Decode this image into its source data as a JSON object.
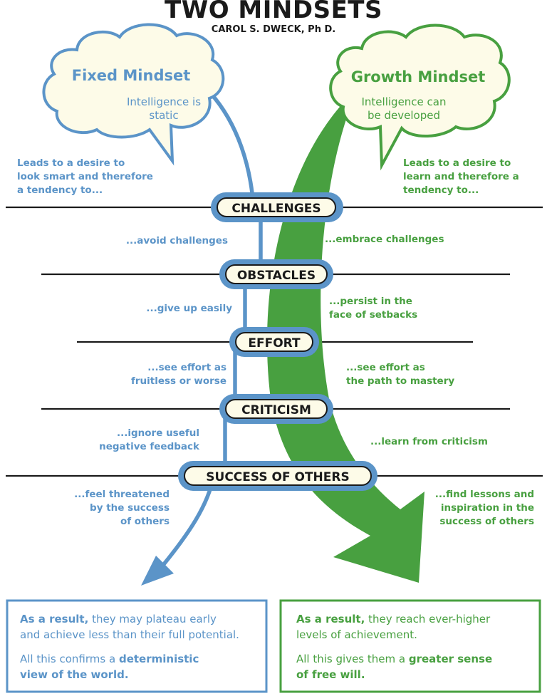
{
  "header": {
    "title": "TWO MINDSETS",
    "subtitle": "CAROL S. DWECK, Ph D."
  },
  "colors": {
    "fixed": "#5b94c8",
    "growth": "#48a040",
    "cloud_fill": "#fdfbe8",
    "line": "#1a1a1a"
  },
  "fixed": {
    "cloud_title": "Fixed Mindset",
    "cloud_sub_1": "Intelligence is",
    "cloud_sub_2": "static",
    "lead_1": "Leads to a desire to",
    "lead_2": "look smart and therefore",
    "lead_3": "a tendency to...",
    "responses": {
      "challenges": "...avoid challenges",
      "obstacles": "...give up easily",
      "effort_1": "...see effort as",
      "effort_2": "fruitless or worse",
      "criticism_1": "...ignore useful",
      "criticism_2": "negative feedback",
      "success_1": "...feel threatened",
      "success_2": "by the success",
      "success_3": "of others"
    },
    "result": {
      "lead": "As a result,",
      "line_1": "they may plateau early",
      "line_2": "and achieve less than their full potential.",
      "confirm": "All this confirms a",
      "bold_1": "deterministic",
      "bold_2": "view of the world."
    }
  },
  "growth": {
    "cloud_title": "Growth Mindset",
    "cloud_sub_1": "Intelligence can",
    "cloud_sub_2": "be developed",
    "lead_1": "Leads to a desire to",
    "lead_2": "learn and therefore a",
    "lead_3": "tendency to...",
    "responses": {
      "challenges": "...embrace challenges",
      "obstacles_1": "...persist in the",
      "obstacles_2": "face of setbacks",
      "effort_1": "...see effort as",
      "effort_2": "the path to mastery",
      "criticism": "...learn from criticism",
      "success_1": "...find lessons and",
      "success_2": "inspiration in the",
      "success_3": "success of others"
    },
    "result": {
      "lead": "As a result,",
      "line_1": "they reach ever-higher",
      "line_2": "levels of achievement.",
      "gives": "All this gives them a",
      "bold_1": "greater sense",
      "bold_2": "of free will."
    }
  },
  "topics": {
    "challenges": "CHALLENGES",
    "obstacles": "OBSTACLES",
    "effort": "EFFORT",
    "criticism": "CRITICISM",
    "success": "SUCCESS OF OTHERS"
  }
}
